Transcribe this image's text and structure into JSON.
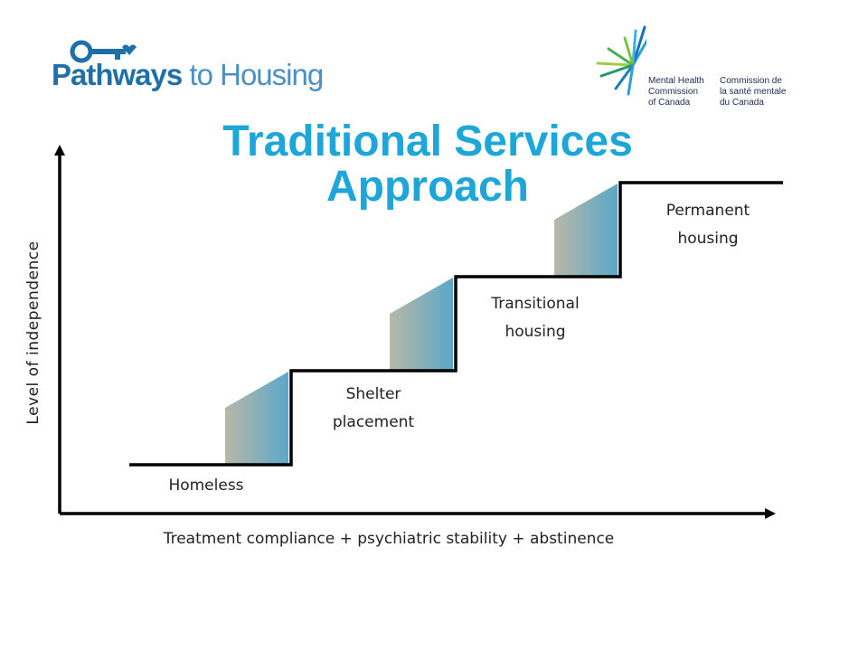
{
  "logos": {
    "left_bold": "Pathways",
    "left_light": " to Housing",
    "right_en": [
      "Mental Health",
      "Commission",
      "of Canada"
    ],
    "right_fr": [
      "Commission de",
      "la santé mentale",
      "du Canada"
    ]
  },
  "title": [
    "Traditional Services",
    "Approach"
  ],
  "steps": [
    {
      "label_lines": [
        "Homeless"
      ],
      "level": 0
    },
    {
      "label_lines": [
        "Shelter",
        "placement"
      ],
      "level": 1
    },
    {
      "label_lines": [
        "Transitional",
        "housing"
      ],
      "level": 2
    },
    {
      "label_lines": [
        "Permanent",
        "housing"
      ],
      "level": 3
    }
  ],
  "axes": {
    "x_label": "Treatment compliance + psychiatric stability + abstinence",
    "y_label": "Level of independence"
  },
  "colors": {
    "title": "#1ea6d9",
    "logo_blue": "#1f6fa8",
    "gradient_start": "#b8b8a8",
    "gradient_end": "#5aa8c8"
  }
}
